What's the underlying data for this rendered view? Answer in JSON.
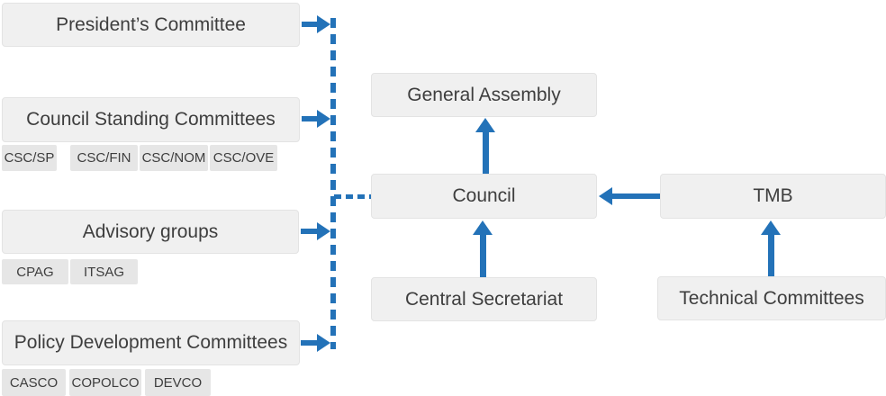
{
  "colors": {
    "accent_blue": "#2372b8",
    "box_fill": "#f0f0f0",
    "box_border": "#e3e3e3",
    "sub_box_fill": "#e6e6e6",
    "text": "#3e3e3e"
  },
  "org_chart": {
    "left_column": {
      "presidents_committee": {
        "label": "President’s Committee"
      },
      "council_standing_committees": {
        "label": "Council Standing Committees",
        "sub_labels": [
          "CSC/SP",
          "CSC/FIN",
          "CSC/NOM",
          "CSC/OVE"
        ]
      },
      "advisory_groups": {
        "label": "Advisory groups",
        "sub_labels": [
          "CPAG",
          "ITSAG"
        ]
      },
      "policy_development_committees": {
        "label": "Policy Development Committees",
        "sub_labels": [
          "CASCO",
          "COPOLCO",
          "DEVCO"
        ]
      }
    },
    "center_column": {
      "general_assembly": {
        "label": "General Assembly"
      },
      "council": {
        "label": "Council"
      },
      "central_secretariat": {
        "label": "Central Secretariat"
      }
    },
    "right_column": {
      "tmb": {
        "label": "TMB"
      },
      "technical_committees": {
        "label": "Technical Committees"
      }
    }
  }
}
